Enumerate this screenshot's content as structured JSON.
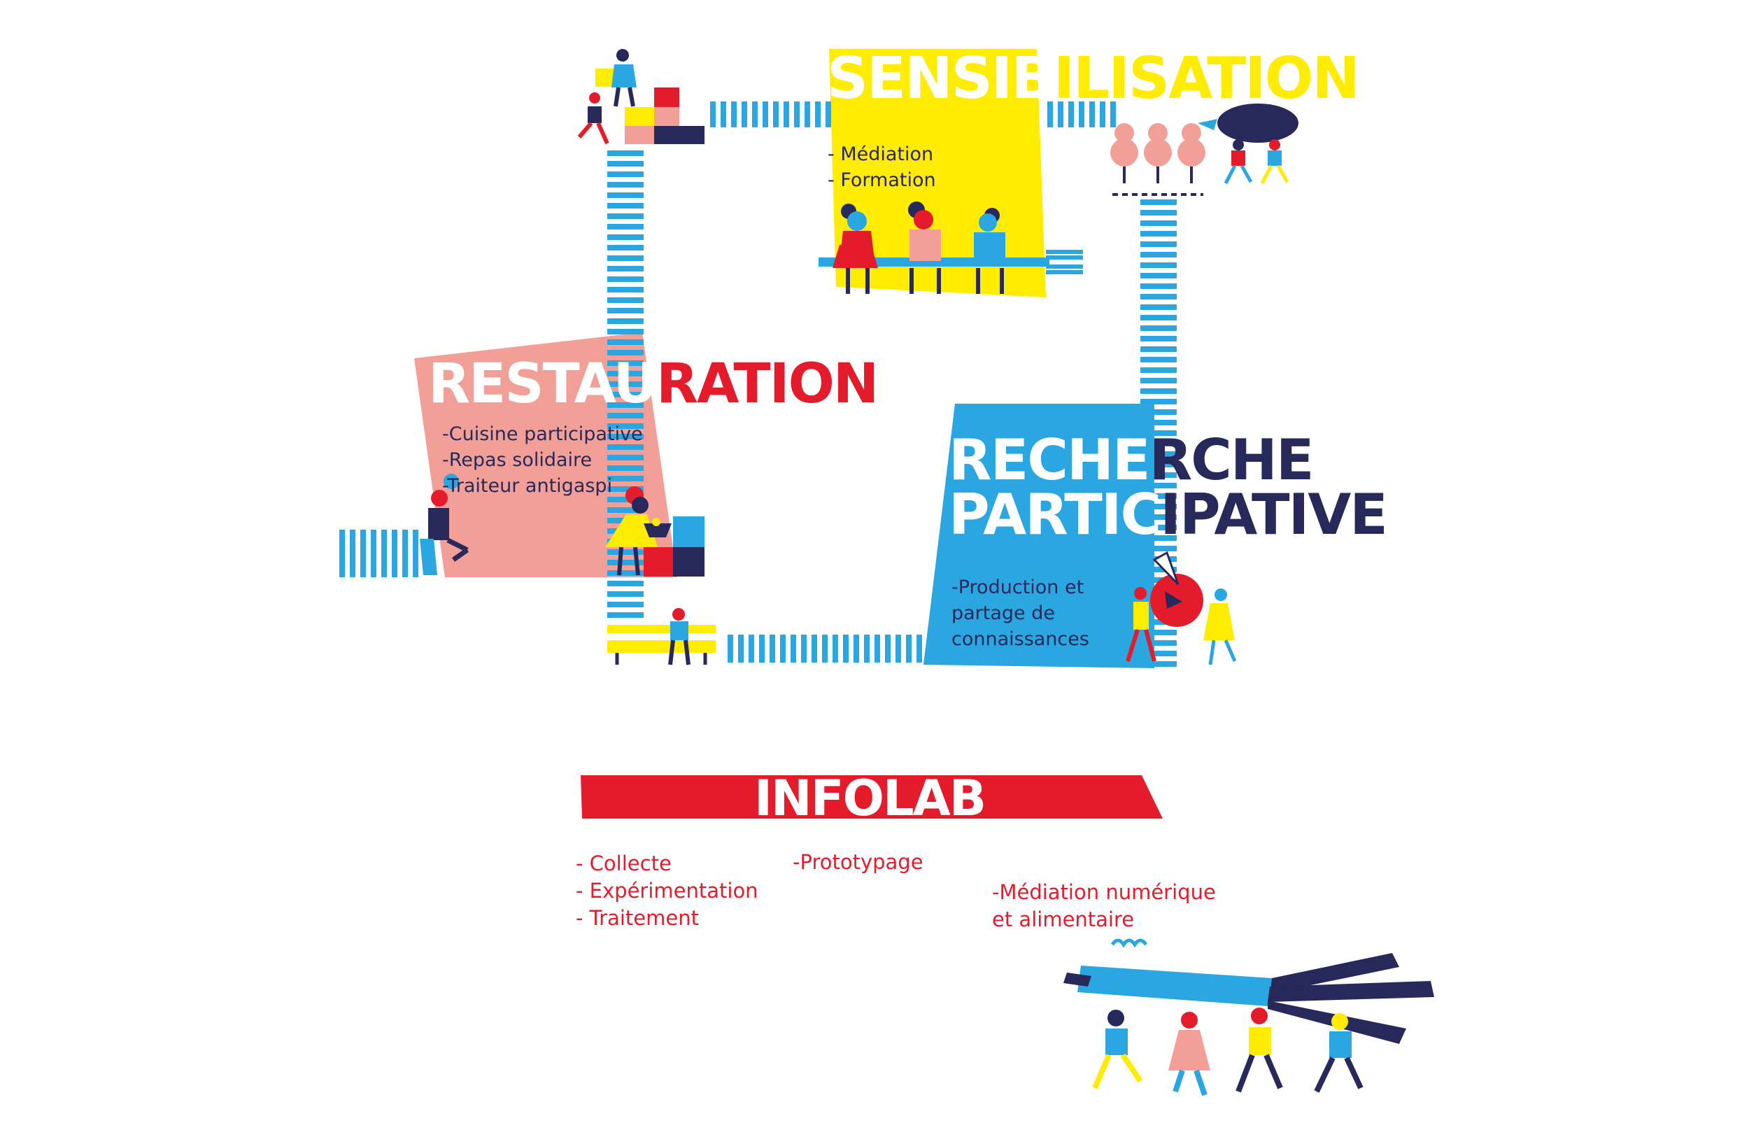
{
  "colors": {
    "blue": "#2aa6e0",
    "yellow": "#ffec00",
    "pink": "#f2a097",
    "red": "#e41b2b",
    "navy": "#27295a",
    "white": "#ffffff"
  },
  "sections": {
    "sensibilisation": {
      "title_part_1": "SENSIB",
      "title_part_2": "ILISATION",
      "items": [
        "- Médiation",
        "- Formation"
      ]
    },
    "restauration": {
      "title_part_1": "RESTAU",
      "title_part_2": "RATION",
      "items": [
        "-Cuisine participative",
        "-Repas solidaire",
        "-Traiteur antigaspi"
      ]
    },
    "recherche": {
      "line1_part_1": "RECHE",
      "line1_part_2": "RCHE",
      "line2_part_1": "PARTIC",
      "line2_part_2": "IPATIVE",
      "items": [
        "-Production et\npartage de\nconnaissances"
      ]
    },
    "infolab": {
      "title": "INFOLAB",
      "col1": [
        "- Collecte",
        "- Expérimentation",
        "- Traitement"
      ],
      "col2": [
        "-Prototypage"
      ],
      "col3": [
        "-Médiation numérique\n  et alimentaire"
      ]
    }
  },
  "icons": {
    "people": "people-illustration-icon",
    "fork": "fork-icon",
    "eggplant": "eggplant-icon",
    "tomato": "tomato-icon",
    "leek": "leek-icon",
    "bench": "bench-icon",
    "blocks": "blocks-icon"
  }
}
